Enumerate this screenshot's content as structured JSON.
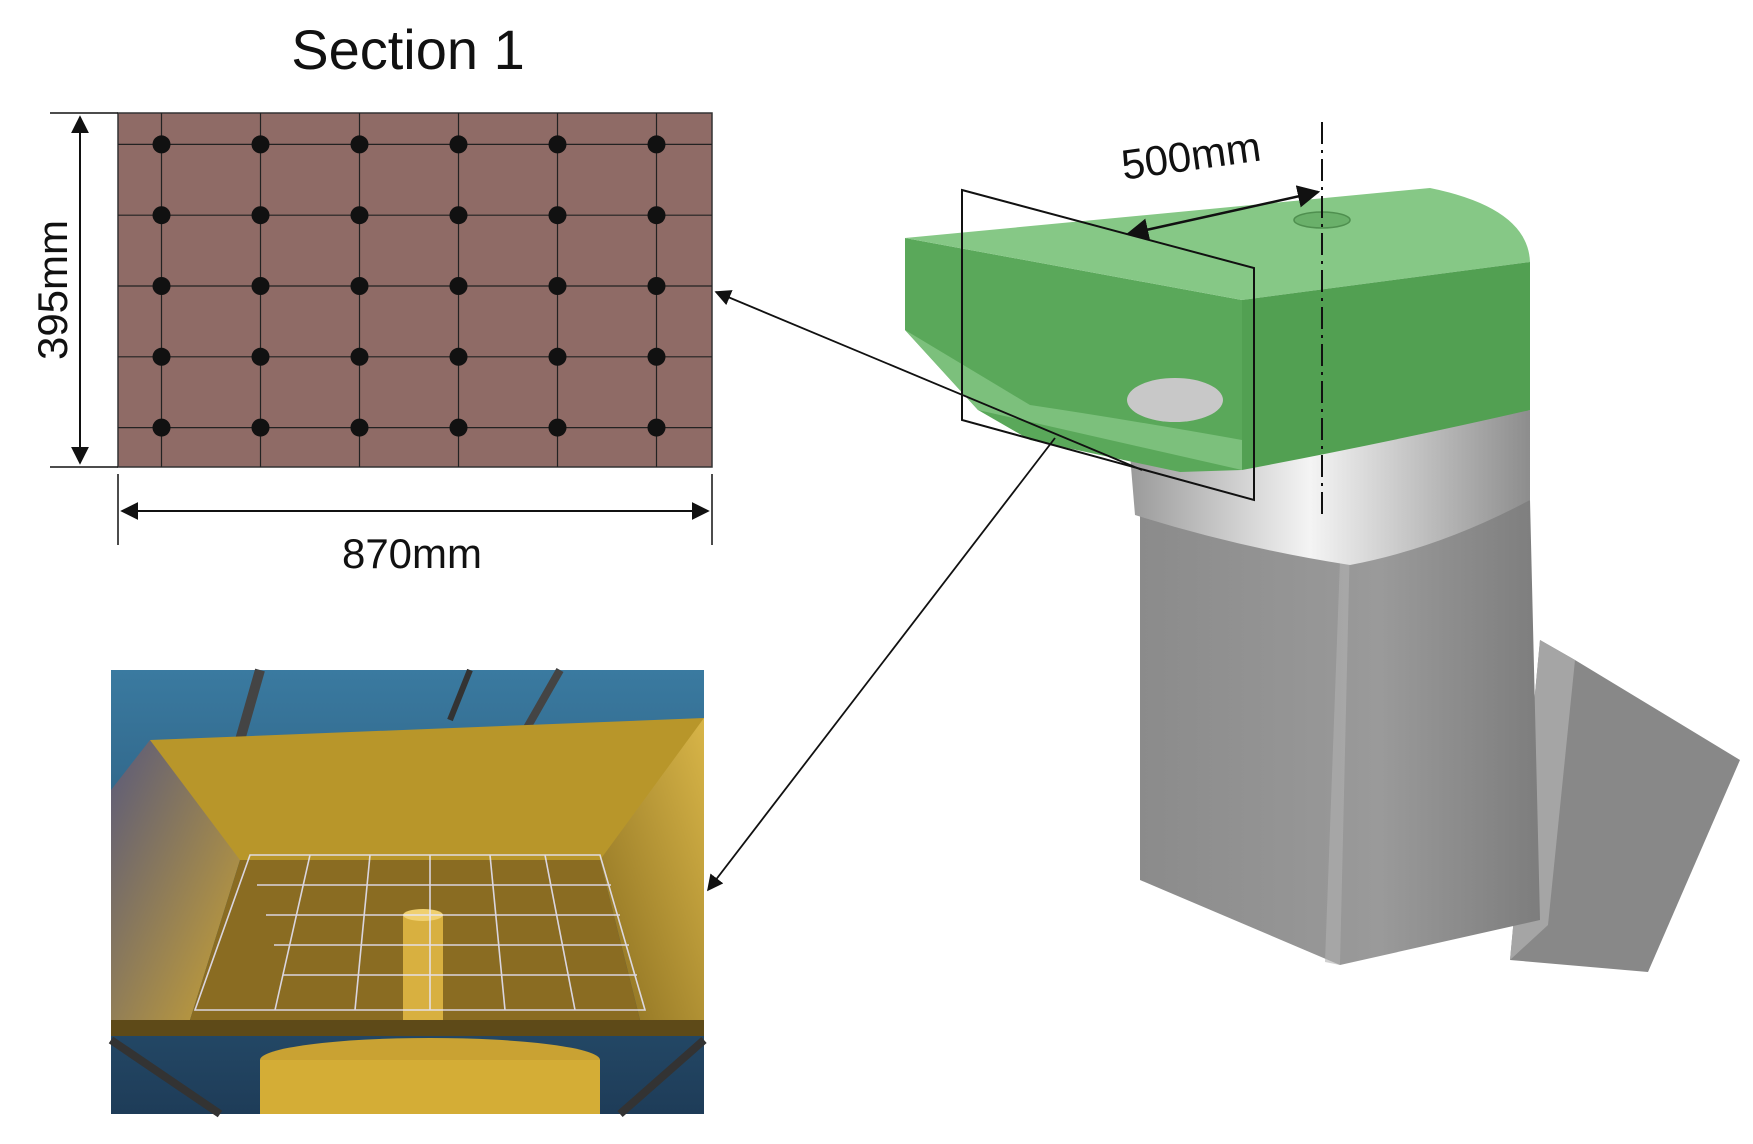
{
  "section": {
    "title": "Section 1",
    "height_label": "395mm",
    "width_label": "870mm",
    "grid": {
      "rows": 5,
      "cols": 6,
      "panel_color": "#8f6b66",
      "line_color": "#222222",
      "point_color": "#111111"
    }
  },
  "model": {
    "offset_label": "500mm",
    "top_color": "#5aa85a",
    "top_highlight": "#86c886",
    "body_color": "#8a8a8a"
  },
  "photo": {
    "frame_color": "#c9a233",
    "background_color": "#2b5c7a"
  }
}
